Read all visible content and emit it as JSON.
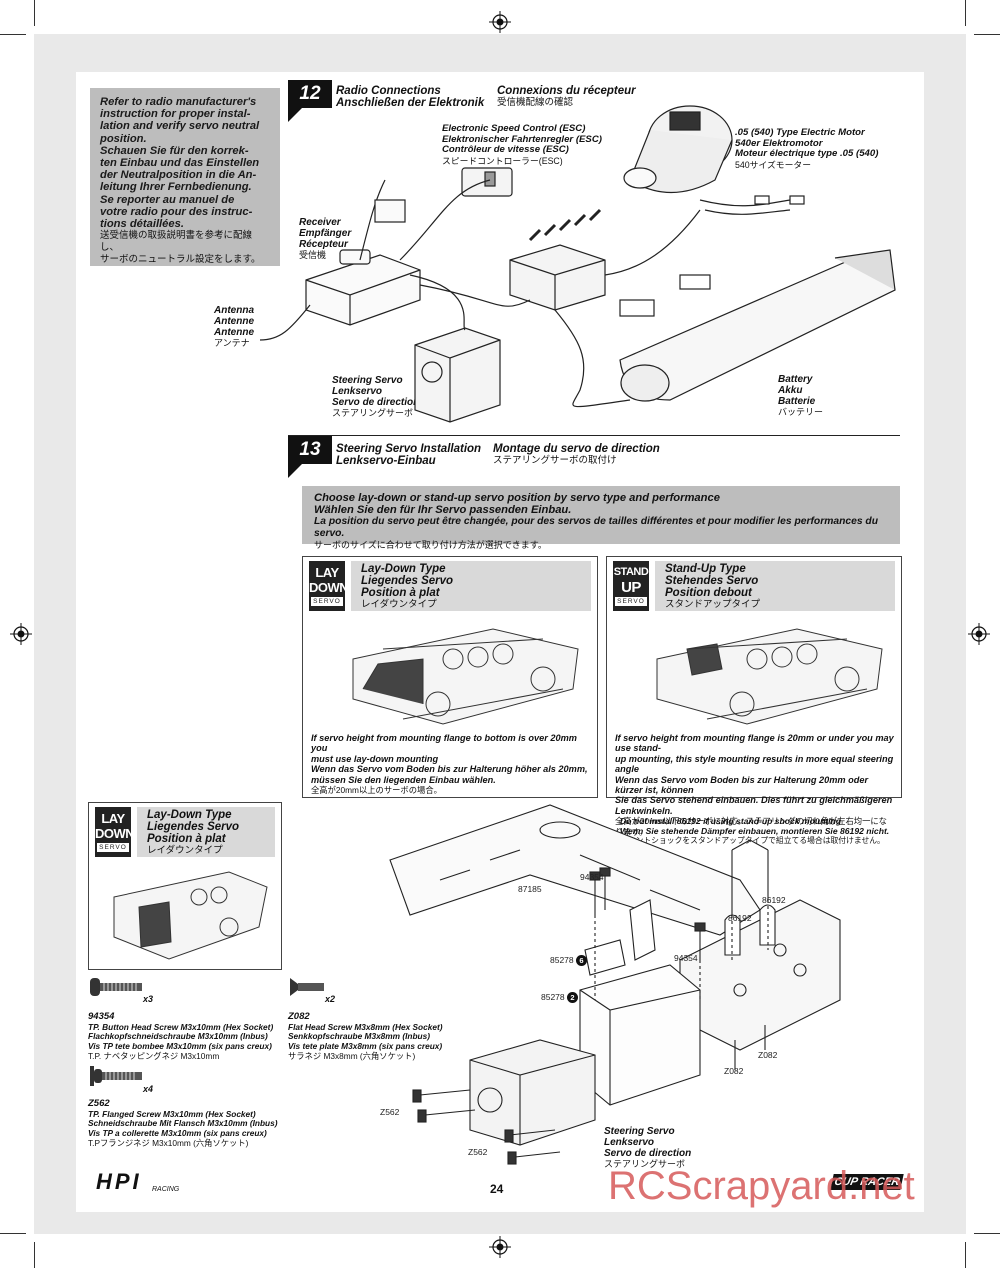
{
  "page_number": "24",
  "note": {
    "lines": [
      "Refer to radio manufacturer's",
      "instruction for proper instal-",
      "lation and verify servo neutral",
      "position.",
      "Schauen Sie für den korrek-",
      "ten Einbau und das Einstellen",
      "der Neutralposition in die An-",
      "leitung Ihrer Fernbedienung.",
      "Se reporter au manuel de",
      "votre radio pour des instruc-",
      "tions détaillées."
    ],
    "jp": [
      "送受信機の取扱説明書を参考に配線し、",
      "サーボのニュートラル設定をします。"
    ]
  },
  "step12": {
    "number": "12",
    "title_en": "Radio Connections",
    "title_de": "Anschließen der Elektronik",
    "title_fr": "Connexions du récepteur",
    "title_jp": "受信機配線の確認",
    "esc": [
      "Electronic Speed Control (ESC)",
      "Elektronischer Fahrtenregler (ESC)",
      "Contrôleur de vitesse (ESC)"
    ],
    "esc_jp": "スピードコントローラー(ESC)",
    "motor": [
      ".05 (540) Type Electric Motor",
      "540er Elektromotor",
      "Moteur électrique type .05 (540)"
    ],
    "motor_jp": "540サイズモーター",
    "receiver": [
      "Receiver",
      "Empfänger",
      "Récepteur"
    ],
    "receiver_jp": "受信機",
    "antenna": [
      "Antenna",
      "Antenne",
      "Antenne"
    ],
    "antenna_jp": "アンテナ",
    "servo": [
      "Steering Servo",
      "Lenkservo",
      "Servo de direction"
    ],
    "servo_jp": "ステアリングサーボ",
    "battery": [
      "Battery",
      "Akku",
      "Batterie"
    ],
    "battery_jp": "バッテリー"
  },
  "step13": {
    "number": "13",
    "title_en": "Steering Servo Installation",
    "title_de": "Lenkservo-Einbau",
    "title_fr": "Montage du servo de direction",
    "title_jp": "ステアリングサーボの取付け",
    "banner": [
      "Choose lay-down or stand-up servo position by servo type and performance",
      "Wählen Sie den für Ihr Servo passenden Einbau.",
      "La position du servo peut être changée, pour des servos de tailles différentes et pour modifier les performances du servo."
    ],
    "banner_jp": "サーボのサイズに合わせて取り付け方法が選択できます。",
    "laydown": {
      "badge": [
        "LAY",
        "DOWN",
        "SERVO"
      ],
      "title": [
        "Lay-Down Type",
        "Liegendes Servo",
        "Position à plat"
      ],
      "title_jp": "レイダウンタイプ",
      "note": [
        "If servo height from mounting flange to bottom is over 20mm you",
        "must use lay-down mounting",
        "Wenn das Servo vom Boden bis zur Halterung höher als 20mm,",
        "müssen Sie den liegenden Einbau wählen."
      ],
      "note_jp": "全高が20mm以上のサーボの場合。"
    },
    "standup": {
      "badge": [
        "STAND",
        "UP",
        "SERVO"
      ],
      "title": [
        "Stand-Up Type",
        "Stehendes Servo",
        "Position debout"
      ],
      "title_jp": "スタンドアップタイプ",
      "note": [
        "If servo height from mounting flange is 20mm or under you may use stand-",
        "up mounting, this style mounting results in more equal steering angle",
        "Wenn das Servo vom Boden bis zur Halterung 20mm oder kürzer ist, können",
        "Sie das Servo stehend einbauen. Dies führt zu gleichmäßigeren Lenkwinkeln."
      ],
      "note_jp": "全高が20mm以下のサーボに対応。ステアリングの切れ角が左右均一になります。"
    },
    "small_laydown": {
      "badge": [
        "LAY",
        "DOWN",
        "SERVO"
      ],
      "title": [
        "Lay-Down Type",
        "Liegendes Servo",
        "Position à plat"
      ],
      "title_jp": "レイダウンタイプ"
    },
    "shock_note": [
      "Do not install 86192 if using stand-up shock mounting",
      "Wenn Sie stehende Dämpfer einbauen, montieren Sie 86192 nicht."
    ],
    "shock_note_jp": "フロントショックをスタンドアップタイプで組立てる場合は取付けません。",
    "parts": {
      "p87185": "87185",
      "p94354a": "94354",
      "p94354b": "94354",
      "p86192a": "86192",
      "p86192b": "86192",
      "p85278a": "85278",
      "p85278a_badge": "6",
      "p85278b": "85278",
      "p85278b_badge": "2",
      "pz082a": "Z082",
      "pz082b": "Z082",
      "pz562a": "Z562",
      "pz562b": "Z562"
    },
    "servo_label": [
      "Steering Servo",
      "Lenkservo",
      "Servo de direction"
    ],
    "servo_label_jp": "ステアリングサーボ",
    "screws": [
      {
        "code": "94354",
        "qty": "x3",
        "lines": [
          "TP. Button Head Screw M3x10mm (Hex Socket)",
          "Flachkopfschneidschraube M3x10mm (Inbus)",
          "Vis TP tete bombee M3x10mm (six pans creux)"
        ],
        "jp": "T.P. ナベタッピングネジ M3x10mm"
      },
      {
        "code": "Z082",
        "qty": "x2",
        "lines": [
          "Flat Head Screw M3x8mm (Hex Socket)",
          "Senkkopfschraube M3x8mm (Inbus)",
          "Vis tete plate M3x8mm (six pans creux)"
        ],
        "jp": "サラネジ M3x8mm (六角ソケット)"
      },
      {
        "code": "Z562",
        "qty": "x4",
        "lines": [
          "TP. Flanged Screw M3x10mm (Hex Socket)",
          "Schneidschraube Mit Flansch M3x10mm (Inbus)",
          "Vis TP a collerette M3x10mm (six pans creux)"
        ],
        "jp": "T.Pフランジネジ M3x10mm (六角ソケット)"
      }
    ]
  },
  "logos": {
    "hpi": "HPI",
    "hpi_sub": "RACING",
    "cup_racer": "CUP RACER",
    "watermark": "RCScrapyard.net"
  },
  "colors": {
    "page_frame": "#e9e9e9",
    "note_gray": "#bdbdbd",
    "title_gray": "#d9d9d9",
    "watermark": "#d65a5a"
  }
}
